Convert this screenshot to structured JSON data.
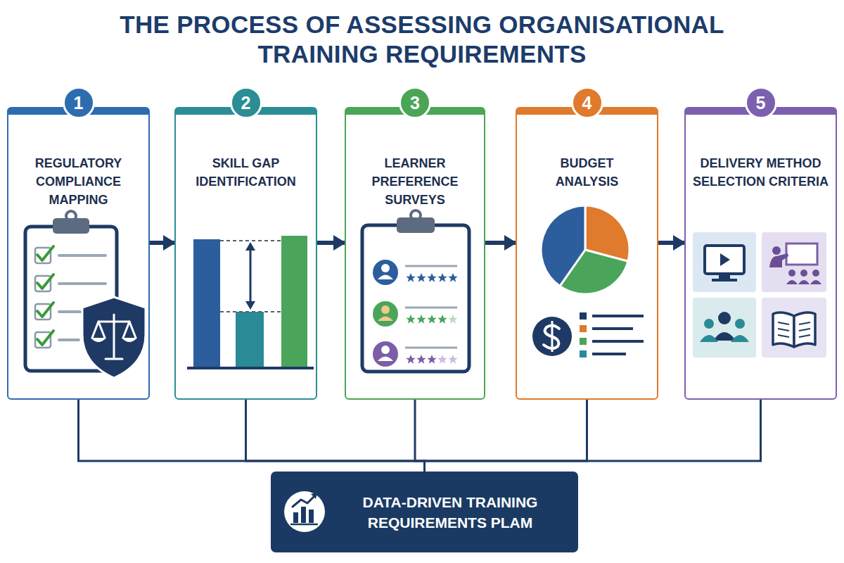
{
  "diagram": {
    "title": "THE PROCESS OF ASSESSING ORGANISATIONAL TRAINING REQUIREMENTS",
    "nodes": [
      {
        "text": [
          "1",
          "REGULATORY COMPLIANCE MAPPING"
        ]
      },
      {
        "text": [
          "2",
          "SKILL GAP IDENTIFICATION"
        ]
      },
      {
        "text": [
          "3",
          "LEARNER PREFERENCE SURVEYS"
        ]
      },
      {
        "text": [
          "4",
          "BUDGET ANALYSIS"
        ]
      },
      {
        "text": [
          "5",
          "DELIVERY METHOD SELECTION CRITERIA"
        ]
      },
      {
        "text": [
          "DATA-DRIVEN TRAINING REQUIREMENTS PLAM"
        ]
      }
    ],
    "edges": [
      {
        "from": 0,
        "to": 1,
        "arrow": "to"
      },
      {
        "from": 1,
        "to": 2,
        "arrow": "to"
      },
      {
        "from": 2,
        "to": 3,
        "arrow": "to"
      },
      {
        "from": 3,
        "to": 4,
        "arrow": "to"
      },
      {
        "from": 0,
        "to": 5,
        "arrow": "none"
      },
      {
        "from": 1,
        "to": 5,
        "arrow": "none"
      },
      {
        "from": 2,
        "to": 5,
        "arrow": "none"
      },
      {
        "from": 3,
        "to": 5,
        "arrow": "none"
      },
      {
        "from": 4,
        "to": 5,
        "arrow": "none"
      }
    ]
  }
}
